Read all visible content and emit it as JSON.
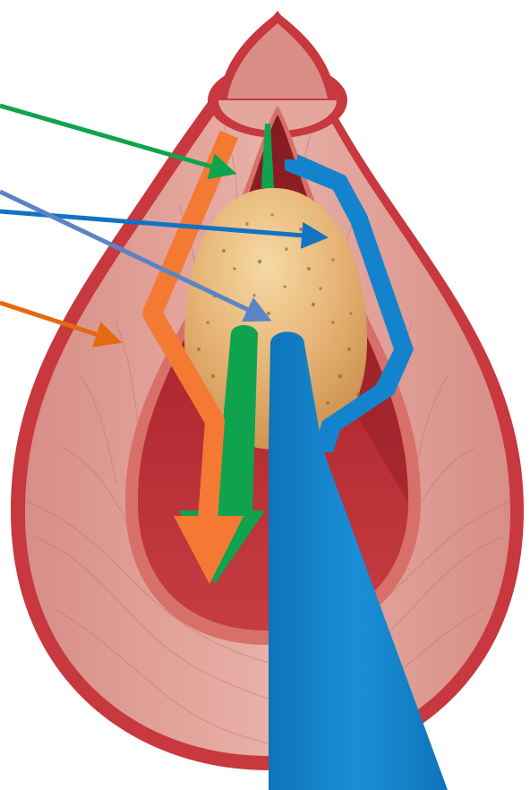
{
  "diagram": {
    "subject": "vessel-cross-section-with-occlusion-and-flow-arrows",
    "labels": [],
    "colors": {
      "background": "#ffffff",
      "vessel_outer": "#c8383f",
      "vessel_wall": "#e0a39a",
      "vessel_wall_texture": "#b9776f",
      "vessel_inner_rim": "#d8706a",
      "lumen": "#b62c34",
      "lumen_dark": "#8f1d24",
      "mass": "#e5b273",
      "mass_highlight": "#f2cf94",
      "mass_speckle": "#9c6a30",
      "green": "#10a34e",
      "blue": "#1283cc",
      "steel_blue": "#5b84c4",
      "orange": "#f47a34",
      "dark_orange": "#e5690f"
    },
    "pointers": [
      {
        "name": "green-pointer-arrow",
        "color": "green"
      },
      {
        "name": "blue-pointer-arrow",
        "color": "blue"
      },
      {
        "name": "steel-blue-pointer-arrow",
        "color": "steel_blue"
      },
      {
        "name": "orange-pointer-arrow",
        "color": "dark_orange"
      }
    ]
  }
}
